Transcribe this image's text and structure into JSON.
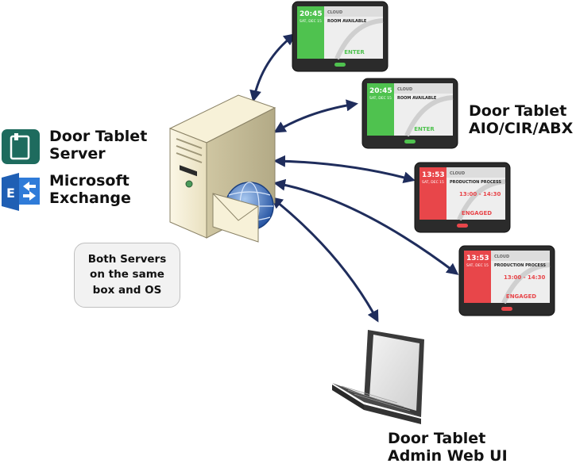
{
  "labels": {
    "server": [
      "Door Tablet",
      "Server"
    ],
    "exchange": [
      "Microsoft",
      "Exchange"
    ],
    "tablets": [
      "Door Tablet",
      "AIO/CIR/ABX"
    ],
    "admin": [
      "Door Tablet",
      "Admin Web UI"
    ]
  },
  "callout": [
    "Both Servers",
    "on the same",
    "box and OS"
  ],
  "tablets": [
    {
      "time": "20:45",
      "date": "SAT, DEC 15",
      "logo": "CLOUD",
      "status": "ROOM AVAILABLE",
      "action": "ENTER",
      "state_color": "#4fc24f"
    },
    {
      "time": "20:45",
      "date": "SAT, DEC 15",
      "logo": "CLOUD",
      "status": "ROOM AVAILABLE",
      "action": "ENTER",
      "state_color": "#4fc24f"
    },
    {
      "time": "13:53",
      "date": "SAT, DEC 15",
      "logo": "CLOUD",
      "status": "PRODUCTION PROCESS",
      "slot": "13:00 - 14:30",
      "action": "ENGAGED",
      "state_color": "#e8464a"
    },
    {
      "time": "13:53",
      "date": "SAT, DEC 15",
      "logo": "CLOUD",
      "status": "PRODUCTION PROCESS",
      "slot": "13:00 - 14:30",
      "action": "ENGAGED",
      "state_color": "#e8464a"
    }
  ],
  "colors": {
    "arrow": "#1f2d5c",
    "server_app_icon": "#1e6b5e",
    "exchange_icon": "#1f5fb4",
    "callout_fill": "#f2f2f2"
  },
  "icons": [
    "door-tablet-server-icon",
    "microsoft-exchange-icon",
    "server-tower-icon",
    "globe-mail-icon",
    "laptop-icon"
  ]
}
